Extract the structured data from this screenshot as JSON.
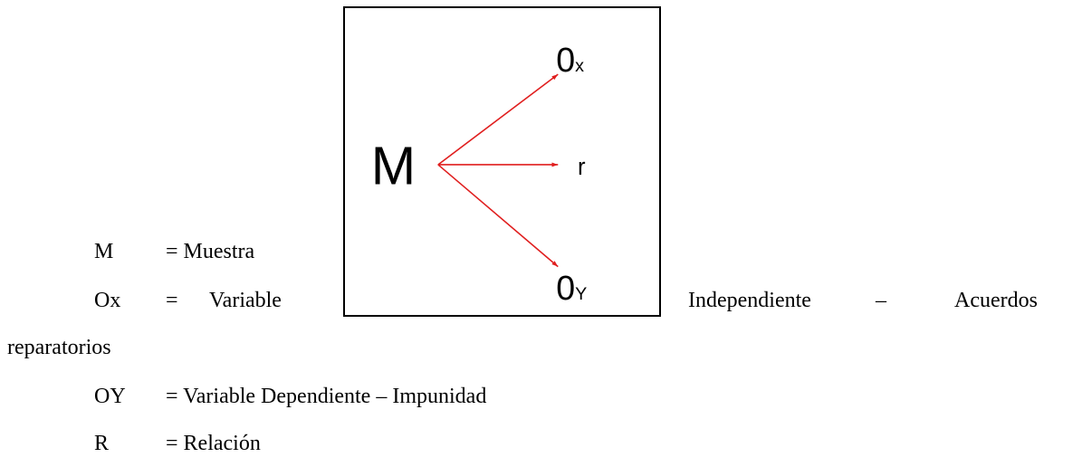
{
  "diagram": {
    "nodes": {
      "m": "M",
      "ox_main": "0",
      "ox_sub": "x",
      "r": "r",
      "oy_main": "0",
      "oy_sub": "Y"
    },
    "arrow_color": "#e01e1e"
  },
  "legend": {
    "m": {
      "symbol": "M",
      "definition": "= Muestra"
    },
    "ox": {
      "symbol": "Ox",
      "eq": "=",
      "word1": "Variable",
      "word2": "Independiente",
      "dash": "–",
      "word3": "Acuerdos",
      "continuation": "reparatorios"
    },
    "oy": {
      "symbol": "OY",
      "definition": "= Variable Dependiente – Impunidad"
    },
    "r": {
      "symbol": "R",
      "definition": "= Relación"
    }
  }
}
